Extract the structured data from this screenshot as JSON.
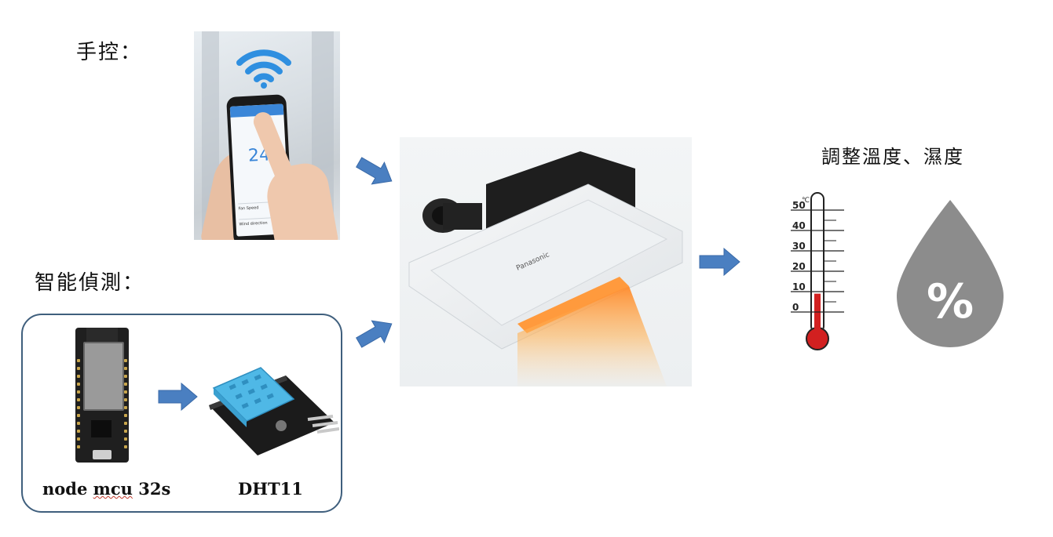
{
  "labels": {
    "manual": "手控：",
    "smart": "智能偵測：",
    "result": "調整溫度、濕度"
  },
  "captions": {
    "board_word1": "node",
    "board_word2": "mcu",
    "board_word3": "32s",
    "sensor": "DHT11"
  },
  "phone": {
    "temperature": "24",
    "row1": "Fan Speed",
    "row2": "Wind direction"
  },
  "heater": {
    "brand": "Panasonic"
  },
  "thermometer": {
    "unit": "℃",
    "ticks": [
      "50",
      "40",
      "30",
      "20",
      "10",
      "0"
    ],
    "level_celsius": 9,
    "range": [
      0,
      50
    ]
  },
  "humidity": {
    "symbol": "%"
  },
  "colors": {
    "arrow": "#4a7fc1",
    "arrow_stroke": "#3a6aa8",
    "box_border": "#3f5f7d",
    "thermo_fill": "#d22020",
    "drop_fill": "#8c8c8c",
    "dht_blue": "#4fb8e6"
  }
}
